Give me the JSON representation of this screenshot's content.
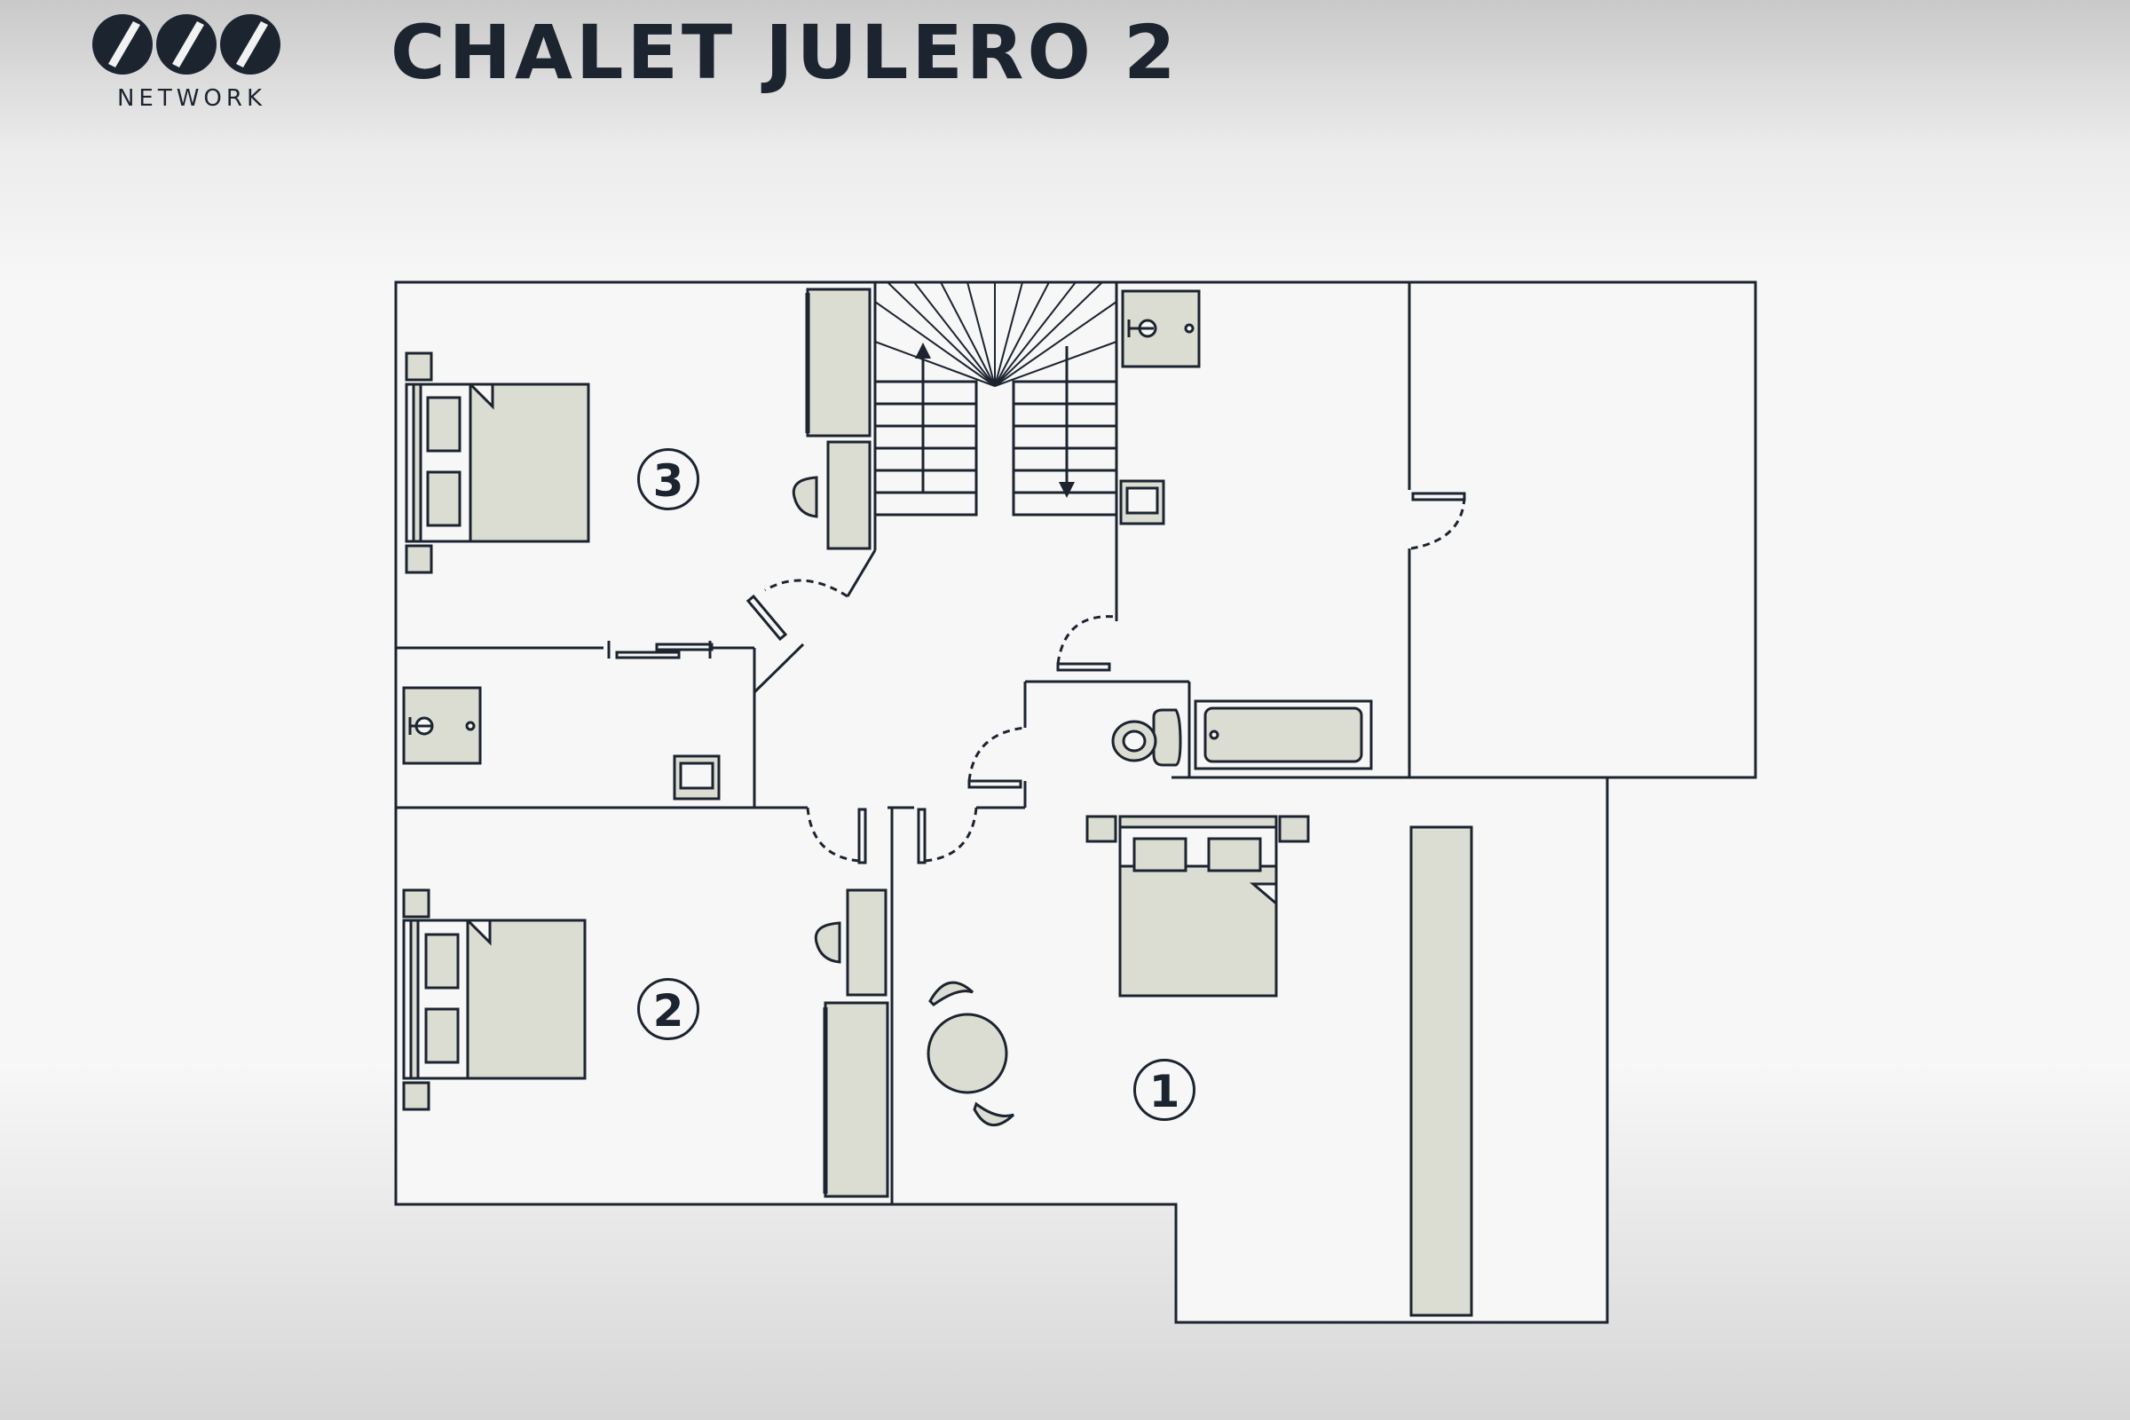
{
  "brand": {
    "logo_text": "NETWORK"
  },
  "title": "CHALET JULERO 2",
  "rooms": [
    {
      "number": "1"
    },
    {
      "number": "2"
    },
    {
      "number": "3"
    }
  ],
  "colors": {
    "ink": "#1c2430",
    "furniture": "#dcddd2",
    "background": "#f7f7f7"
  }
}
